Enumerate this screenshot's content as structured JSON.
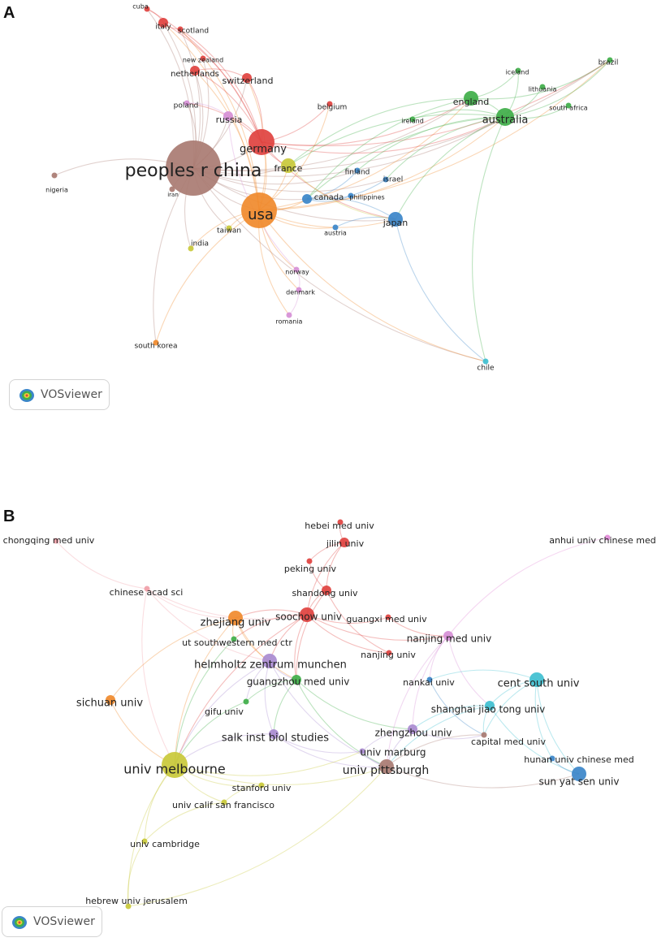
{
  "panels": [
    {
      "letter": "A",
      "badge": "VOSviewer",
      "nodes": [
        {
          "id": "china",
          "label": "peoples r china",
          "color": "#a97b72",
          "size": 9
        },
        {
          "id": "usa",
          "label": "usa",
          "color": "#f08a2c",
          "size": 7
        },
        {
          "id": "germany",
          "label": "germany",
          "color": "#e0423f",
          "size": 5
        },
        {
          "id": "australia",
          "label": "australia",
          "color": "#3fae49",
          "size": 4
        },
        {
          "id": "england",
          "label": "england",
          "color": "#3fae49",
          "size": 3
        },
        {
          "id": "japan",
          "label": "japan",
          "color": "#3b86c9",
          "size": 3
        },
        {
          "id": "france",
          "label": "france",
          "color": "#c9c93a",
          "size": 3
        },
        {
          "id": "canada",
          "label": "canada",
          "color": "#3b86c9",
          "size": 2
        },
        {
          "id": "russia",
          "label": "russia",
          "color": "#d68fd6",
          "size": 2
        },
        {
          "id": "switzerland",
          "label": "switzerland",
          "color": "#e0423f",
          "size": 2
        },
        {
          "id": "italy",
          "label": "italy",
          "color": "#e0423f",
          "size": 2
        },
        {
          "id": "netherlands",
          "label": "netherlands",
          "color": "#e0423f",
          "size": 2
        },
        {
          "id": "scotland",
          "label": "scotland",
          "color": "#e0423f",
          "size": 1
        },
        {
          "id": "cuba",
          "label": "cuba",
          "color": "#e0423f",
          "size": 1
        },
        {
          "id": "newzealand",
          "label": "new zealand",
          "color": "#e0423f",
          "size": 1
        },
        {
          "id": "poland",
          "label": "poland",
          "color": "#d68fd6",
          "size": 1
        },
        {
          "id": "belgium",
          "label": "belgium",
          "color": "#e0423f",
          "size": 1
        },
        {
          "id": "finland",
          "label": "finland",
          "color": "#3b86c9",
          "size": 1
        },
        {
          "id": "israel",
          "label": "israel",
          "color": "#3b86c9",
          "size": 1
        },
        {
          "id": "philippines",
          "label": "philippines",
          "color": "#3b86c9",
          "size": 1
        },
        {
          "id": "austria",
          "label": "austria",
          "color": "#3b86c9",
          "size": 1
        },
        {
          "id": "ireland",
          "label": "ireland",
          "color": "#3fae49",
          "size": 1
        },
        {
          "id": "iceland",
          "label": "iceland",
          "color": "#3fae49",
          "size": 1
        },
        {
          "id": "lithuania",
          "label": "lithuania",
          "color": "#3fae49",
          "size": 1
        },
        {
          "id": "southafrica",
          "label": "south africa",
          "color": "#3fae49",
          "size": 1
        },
        {
          "id": "brazil",
          "label": "brazil",
          "color": "#3fae49",
          "size": 1
        },
        {
          "id": "nigeria",
          "label": "nigeria",
          "color": "#a97b72",
          "size": 1
        },
        {
          "id": "iran",
          "label": "iran",
          "color": "#a97b72",
          "size": 1
        },
        {
          "id": "taiwan",
          "label": "taiwan",
          "color": "#c9c93a",
          "size": 1
        },
        {
          "id": "india",
          "label": "india",
          "color": "#c9c93a",
          "size": 1
        },
        {
          "id": "norway",
          "label": "norway",
          "color": "#d68fd6",
          "size": 1
        },
        {
          "id": "denmark",
          "label": "denmark",
          "color": "#d68fd6",
          "size": 1
        },
        {
          "id": "romania",
          "label": "romania",
          "color": "#d68fd6",
          "size": 1
        },
        {
          "id": "southkorea",
          "label": "south korea",
          "color": "#f08a2c",
          "size": 1
        },
        {
          "id": "chile",
          "label": "chile",
          "color": "#3fbfd0",
          "size": 1
        }
      ],
      "links": [
        [
          "china",
          "usa"
        ],
        [
          "china",
          "germany"
        ],
        [
          "china",
          "australia"
        ],
        [
          "china",
          "england"
        ],
        [
          "china",
          "japan"
        ],
        [
          "china",
          "france"
        ],
        [
          "china",
          "canada"
        ],
        [
          "china",
          "russia"
        ],
        [
          "china",
          "switzerland"
        ],
        [
          "china",
          "italy"
        ],
        [
          "china",
          "netherlands"
        ],
        [
          "china",
          "nigeria"
        ],
        [
          "china",
          "iran"
        ],
        [
          "china",
          "taiwan"
        ],
        [
          "china",
          "india"
        ],
        [
          "china",
          "southkorea"
        ],
        [
          "china",
          "chile"
        ],
        [
          "china",
          "brazil"
        ],
        [
          "china",
          "poland"
        ],
        [
          "china",
          "scotland"
        ],
        [
          "china",
          "cuba"
        ],
        [
          "china",
          "newzealand"
        ],
        [
          "china",
          "finland"
        ],
        [
          "china",
          "israel"
        ],
        [
          "usa",
          "germany"
        ],
        [
          "usa",
          "australia"
        ],
        [
          "usa",
          "england"
        ],
        [
          "usa",
          "japan"
        ],
        [
          "usa",
          "france"
        ],
        [
          "usa",
          "canada"
        ],
        [
          "usa",
          "italy"
        ],
        [
          "usa",
          "switzerland"
        ],
        [
          "usa",
          "netherlands"
        ],
        [
          "usa",
          "norway"
        ],
        [
          "usa",
          "denmark"
        ],
        [
          "usa",
          "romania"
        ],
        [
          "usa",
          "southkorea"
        ],
        [
          "usa",
          "chile"
        ],
        [
          "usa",
          "brazil"
        ],
        [
          "usa",
          "taiwan"
        ],
        [
          "usa",
          "india"
        ],
        [
          "usa",
          "austria"
        ],
        [
          "usa",
          "belgium"
        ],
        [
          "usa",
          "scotland"
        ],
        [
          "germany",
          "australia"
        ],
        [
          "germany",
          "england"
        ],
        [
          "germany",
          "france"
        ],
        [
          "germany",
          "italy"
        ],
        [
          "germany",
          "switzerland"
        ],
        [
          "germany",
          "netherlands"
        ],
        [
          "germany",
          "russia"
        ],
        [
          "germany",
          "japan"
        ],
        [
          "germany",
          "brazil"
        ],
        [
          "germany",
          "scotland"
        ],
        [
          "germany",
          "cuba"
        ],
        [
          "germany",
          "poland"
        ],
        [
          "germany",
          "belgium"
        ],
        [
          "australia",
          "england"
        ],
        [
          "australia",
          "brazil"
        ],
        [
          "australia",
          "iceland"
        ],
        [
          "australia",
          "lithuania"
        ],
        [
          "australia",
          "southafrica"
        ],
        [
          "australia",
          "ireland"
        ],
        [
          "australia",
          "japan"
        ],
        [
          "australia",
          "canada"
        ],
        [
          "australia",
          "france"
        ],
        [
          "australia",
          "chile"
        ],
        [
          "australia",
          "finland"
        ],
        [
          "australia",
          "israel"
        ],
        [
          "england",
          "brazil"
        ],
        [
          "england",
          "france"
        ],
        [
          "england",
          "canada"
        ],
        [
          "england",
          "iceland"
        ],
        [
          "japan",
          "chile"
        ],
        [
          "japan",
          "canada"
        ],
        [
          "japan",
          "austria"
        ],
        [
          "canada",
          "philippines"
        ],
        [
          "canada",
          "finland"
        ],
        [
          "canada",
          "israel"
        ],
        [
          "france",
          "japan"
        ],
        [
          "russia",
          "poland"
        ],
        [
          "russia",
          "norway"
        ],
        [
          "denmark",
          "norway"
        ],
        [
          "romania",
          "denmark"
        ],
        [
          "italy",
          "scotland"
        ],
        [
          "italy",
          "cuba"
        ],
        [
          "switzerland",
          "netherlands"
        ]
      ]
    },
    {
      "letter": "B",
      "badge": "VOSviewer",
      "nodes": [
        {
          "id": "chongqing",
          "label": "chongqing med univ",
          "color": "#f0a0a8",
          "size": 1
        },
        {
          "id": "chineseacad",
          "label": "chinese acad sci",
          "color": "#f0a0a8",
          "size": 1
        },
        {
          "id": "hebei",
          "label": "hebei med univ",
          "color": "#e0423f",
          "size": 1
        },
        {
          "id": "jilin",
          "label": "jilin univ",
          "color": "#e0423f",
          "size": 2
        },
        {
          "id": "peking",
          "label": "peking univ",
          "color": "#e0423f",
          "size": 1
        },
        {
          "id": "shandong",
          "label": "shandong univ",
          "color": "#e0423f",
          "size": 2
        },
        {
          "id": "guangxi",
          "label": "guangxi med univ",
          "color": "#e0423f",
          "size": 1
        },
        {
          "id": "nanjingmed",
          "label": "nanjing med univ",
          "color": "#d68fd6",
          "size": 2
        },
        {
          "id": "nanjing",
          "label": "nanjing univ",
          "color": "#e0423f",
          "size": 1
        },
        {
          "id": "anhui",
          "label": "anhui univ chinese med",
          "color": "#e28ad8",
          "size": 1
        },
        {
          "id": "zhejiang",
          "label": "zhejiang univ",
          "color": "#f08a2c",
          "size": 3
        },
        {
          "id": "soochow",
          "label": "soochow univ",
          "color": "#e0423f",
          "size": 3
        },
        {
          "id": "utsw",
          "label": "ut southwestern med ctr",
          "color": "#3fae49",
          "size": 1
        },
        {
          "id": "helmholtz",
          "label": "helmholtz zentrum munchen",
          "color": "#a98bd0",
          "size": 3
        },
        {
          "id": "guangzhou",
          "label": "guangzhou med univ",
          "color": "#3fae49",
          "size": 2
        },
        {
          "id": "nankai",
          "label": "nankai univ",
          "color": "#3b86c9",
          "size": 1
        },
        {
          "id": "centsouth",
          "label": "cent south univ",
          "color": "#3fbfd0",
          "size": 3
        },
        {
          "id": "shanghai",
          "label": "shanghai jiao tong univ",
          "color": "#3fbfd0",
          "size": 2
        },
        {
          "id": "sichuan",
          "label": "sichuan univ",
          "color": "#f08a2c",
          "size": 2
        },
        {
          "id": "gifu",
          "label": "gifu univ",
          "color": "#3fae49",
          "size": 1
        },
        {
          "id": "salk",
          "label": "salk inst biol studies",
          "color": "#a98bd0",
          "size": 2
        },
        {
          "id": "zhengzhou",
          "label": "zhengzhou univ",
          "color": "#a98bd0",
          "size": 2
        },
        {
          "id": "capital",
          "label": "capital med univ",
          "color": "#a97b72",
          "size": 1
        },
        {
          "id": "marburg",
          "label": "univ marburg",
          "color": "#a98bd0",
          "size": 1
        },
        {
          "id": "melbourne",
          "label": "univ melbourne",
          "color": "#c9c93a",
          "size": 5
        },
        {
          "id": "pittsburgh",
          "label": "univ pittsburgh",
          "color": "#a97b72",
          "size": 3
        },
        {
          "id": "hunan",
          "label": "hunan univ chinese med",
          "color": "#3b86c9",
          "size": 1
        },
        {
          "id": "sunyatsen",
          "label": "sun yat sen univ",
          "color": "#3b86c9",
          "size": 3
        },
        {
          "id": "stanford",
          "label": "stanford univ",
          "color": "#c9c93a",
          "size": 1
        },
        {
          "id": "ucsf",
          "label": "univ calif san francisco",
          "color": "#c9c93a",
          "size": 1
        },
        {
          "id": "cambridge",
          "label": "univ cambridge",
          "color": "#c9c93a",
          "size": 1
        },
        {
          "id": "hebrew",
          "label": "hebrew univ jerusalem",
          "color": "#c9c93a",
          "size": 1
        }
      ],
      "links": [
        [
          "chongqing",
          "chineseacad"
        ],
        [
          "chineseacad",
          "zhejiang"
        ],
        [
          "chineseacad",
          "soochow"
        ],
        [
          "chineseacad",
          "helmholtz"
        ],
        [
          "chineseacad",
          "melbourne"
        ],
        [
          "hebei",
          "jilin"
        ],
        [
          "jilin",
          "peking"
        ],
        [
          "jilin",
          "shandong"
        ],
        [
          "jilin",
          "soochow"
        ],
        [
          "peking",
          "shandong"
        ],
        [
          "shandong",
          "soochow"
        ],
        [
          "shandong",
          "guangzhou"
        ],
        [
          "shandong",
          "nanjing"
        ],
        [
          "soochow",
          "zhejiang"
        ],
        [
          "soochow",
          "utsw"
        ],
        [
          "soochow",
          "helmholtz"
        ],
        [
          "soochow",
          "guangzhou"
        ],
        [
          "soochow",
          "guangxi"
        ],
        [
          "soochow",
          "nanjingmed"
        ],
        [
          "soochow",
          "nanjing"
        ],
        [
          "soochow",
          "melbourne"
        ],
        [
          "zhejiang",
          "utsw"
        ],
        [
          "zhejiang",
          "helmholtz"
        ],
        [
          "zhejiang",
          "melbourne"
        ],
        [
          "zhejiang",
          "sichuan"
        ],
        [
          "zhejiang",
          "guangzhou"
        ],
        [
          "helmholtz",
          "guangzhou"
        ],
        [
          "helmholtz",
          "salk"
        ],
        [
          "helmholtz",
          "melbourne"
        ],
        [
          "helmholtz",
          "pittsburgh"
        ],
        [
          "helmholtz",
          "gifu"
        ],
        [
          "guangzhou",
          "gifu"
        ],
        [
          "guangzhou",
          "salk"
        ],
        [
          "guangzhou",
          "pittsburgh"
        ],
        [
          "guangzhou",
          "zhengzhou"
        ],
        [
          "anhui",
          "nanjingmed"
        ],
        [
          "nanjingmed",
          "nankai"
        ],
        [
          "nanjingmed",
          "shanghai"
        ],
        [
          "nanjingmed",
          "zhengzhou"
        ],
        [
          "nanjingmed",
          "pittsburgh"
        ],
        [
          "centsouth",
          "shanghai"
        ],
        [
          "centsouth",
          "sunyatsen"
        ],
        [
          "centsouth",
          "capital"
        ],
        [
          "centsouth",
          "hunan"
        ],
        [
          "centsouth",
          "nankai"
        ],
        [
          "shanghai",
          "capital"
        ],
        [
          "shanghai",
          "sunyatsen"
        ],
        [
          "shanghai",
          "zhengzhou"
        ],
        [
          "shanghai",
          "pittsburgh"
        ],
        [
          "sichuan",
          "melbourne"
        ],
        [
          "gifu",
          "melbourne"
        ],
        [
          "salk",
          "melbourne"
        ],
        [
          "salk",
          "pittsburgh"
        ],
        [
          "salk",
          "marburg"
        ],
        [
          "zhengzhou",
          "capital"
        ],
        [
          "zhengzhou",
          "pittsburgh"
        ],
        [
          "zhengzhou",
          "marburg"
        ],
        [
          "marburg",
          "pittsburgh"
        ],
        [
          "melbourne",
          "pittsburgh"
        ],
        [
          "melbourne",
          "stanford"
        ],
        [
          "melbourne",
          "ucsf"
        ],
        [
          "melbourne",
          "cambridge"
        ],
        [
          "melbourne",
          "hebrew"
        ],
        [
          "melbourne",
          "marburg"
        ],
        [
          "stanford",
          "ucsf"
        ],
        [
          "ucsf",
          "cambridge"
        ],
        [
          "cambridge",
          "hebrew"
        ],
        [
          "hebrew",
          "pittsburgh"
        ],
        [
          "capital",
          "pittsburgh"
        ],
        [
          "hunan",
          "sunyatsen"
        ],
        [
          "pittsburgh",
          "sunyatsen"
        ],
        [
          "nankai",
          "capital"
        ],
        [
          "guangxi",
          "nanjingmed"
        ],
        [
          "utsw",
          "melbourne"
        ]
      ]
    }
  ]
}
